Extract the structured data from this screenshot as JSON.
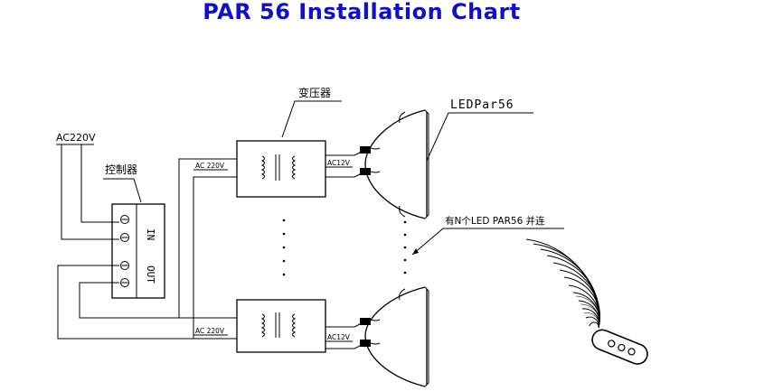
{
  "title": "PAR 56 Installation Chart",
  "labels": {
    "ac_input": "AC220V",
    "controller": "控制器",
    "transformer": "变压器",
    "lamp": "LEDPar56",
    "parallel_note": "有N个LED PAR56 并连",
    "ac_220_top": "AC 220V",
    "ac_220_bottom": "AC 220V",
    "ac_12_top": "AC12V",
    "ac_12_bottom": "AC12V",
    "port_in": "IN",
    "port_out": "OUT"
  }
}
